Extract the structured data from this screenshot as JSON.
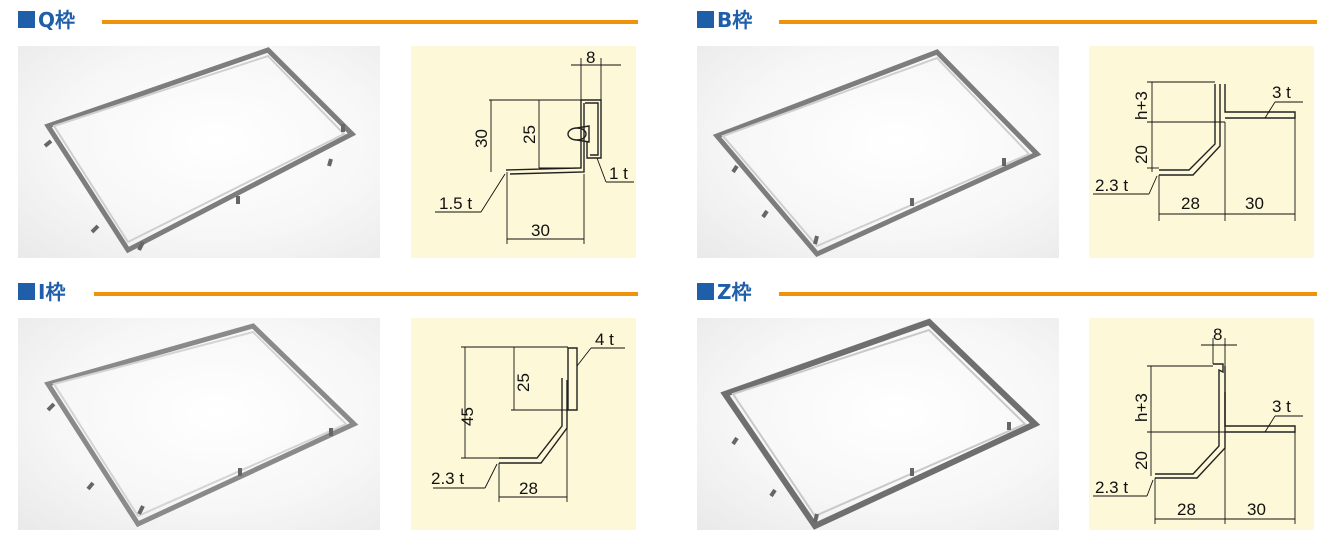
{
  "sections": {
    "q": {
      "title": "Q枠",
      "labels": {
        "d8": "8",
        "d25": "25",
        "d30": "30",
        "t1": "1 t",
        "t15": "1.5 t",
        "w30": "30"
      }
    },
    "b": {
      "title": "B枠",
      "labels": {
        "h3": "h+3",
        "d20": "20",
        "t3": "3 t",
        "t23": "2.3 t",
        "w28": "28",
        "w30": "30"
      }
    },
    "i": {
      "title": "I枠",
      "labels": {
        "d45": "45",
        "d25": "25",
        "t4": "4 t",
        "t23": "2.3 t",
        "w28": "28"
      }
    },
    "z": {
      "title": "Z枠",
      "labels": {
        "d8": "8",
        "h3": "h+3",
        "d20": "20",
        "t3": "3 t",
        "t23": "2.3 t",
        "w28": "28",
        "w30": "30"
      }
    }
  },
  "colors": {
    "title": "#1f5fa9",
    "rule": "#f0930a",
    "diagram_bg": "#fdf8d8"
  }
}
